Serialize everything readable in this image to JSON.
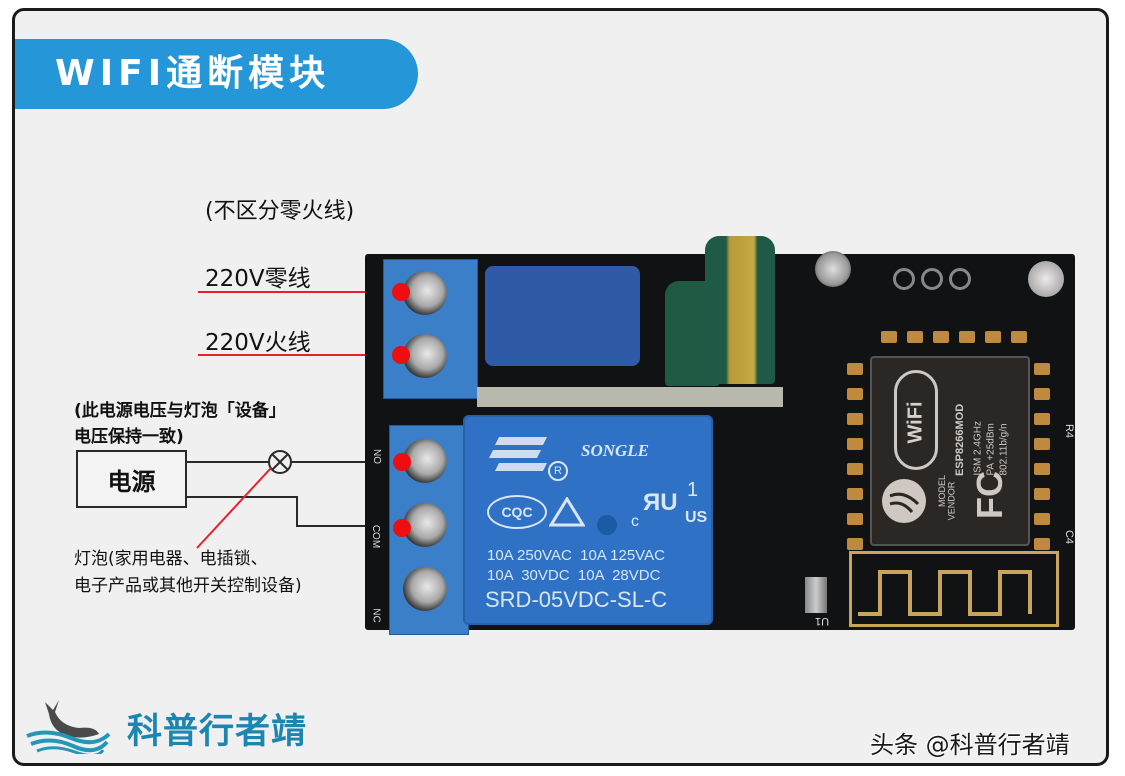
{
  "title": "WIFI通断模块",
  "labels": {
    "no_polarity_note": "(不区分零火线)",
    "neutral_220v": "220V零线",
    "live_220v": "220V火线",
    "voltage_note_line1": "(此电源电压与灯泡「设备」",
    "voltage_note_line2": "电压保持一致)",
    "power_source": "电源",
    "lamp_note_line1": "灯泡(家用电器、电插锁、",
    "lamp_note_line2": "电子产品或其他开关控制设备)"
  },
  "relay": {
    "brand": "SONGLE",
    "cert_cqc": "CQC",
    "ul_c": "c",
    "ul_us": "US",
    "ul_num": "1",
    "rating_row1": "10A 250VAC  10A 125VAC",
    "rating_row2": "10A  30VDC  10A  28VDC",
    "model": "SRD-05VDC-SL-C"
  },
  "terminals": {
    "relay_pins": [
      "NO",
      "COM",
      "NC"
    ]
  },
  "wifi_module": {
    "wifi_logo": "WiFi",
    "model": "ESP8266MOD",
    "spec1": "ISM 2.4GHz",
    "spec2": "PA +25dBm",
    "spec3": "802.11b/g/n",
    "vendor_label1": "MODEL",
    "vendor_label2": "VENDOR",
    "fcc": "FC"
  },
  "pcb_marks": {
    "r4": "R4",
    "c4": "C4",
    "u1": "U1"
  },
  "footer": {
    "brand_name": "科普行者靖",
    "watermark": "头条 @科普行者靖"
  },
  "colors": {
    "banner_blue": "#2596d8",
    "brand_teal": "#1b86b0",
    "annotation_red": "#e8202a",
    "frame_bg": "#f0f0f0"
  }
}
